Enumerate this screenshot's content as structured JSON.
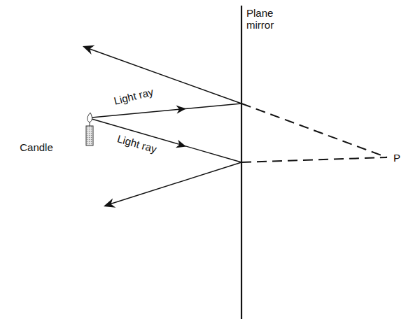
{
  "diagram": {
    "labels": [
      "Plane mirror",
      "Light ray",
      "Light ray",
      "Candle",
      "P"
    ]
  }
}
